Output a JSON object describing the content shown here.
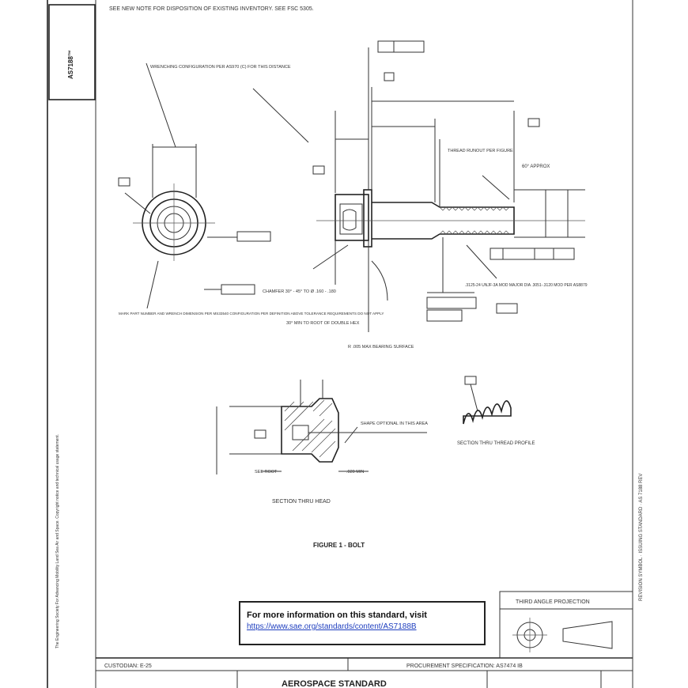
{
  "document": {
    "doc_number": "AS7188™",
    "top_note": "SEE NEW NOTE FOR DISPOSITION OF EXISTING INVENTORY. SEE FSC 5305.",
    "figure_caption": "FIGURE 1 - BOLT",
    "section_head_label": "SECTION THRU HEAD",
    "section_thread_label": "SECTION THRU THREAD PROFILE",
    "third_angle_label": "THIRD ANGLE PROJECTION",
    "custodian": "CUSTODIAN: E-25",
    "procurement_spec": "PROCUREMENT SPECIFICATION: AS7474 IB",
    "bottom_title": "AEROSPACE STANDARD",
    "side_note_left": "The Engineering Society For Advancing Mobility Land Sea Air and Space. Copyright notice and technical usage statement.",
    "side_note_right": "REVISION SYMBOL · ISSUING STANDARD · AS 7188 REV",
    "notes": {
      "n1": "WRENCHING CONFIGURATION PER AS970 (C) FOR THIS DISTANCE",
      "n2": "THREAD RUNOUT PER FIGURE",
      "n3": "60° APPROX",
      "n4": ".3125-24 UNJF-3A MOD MAJOR DIA .3051-.3120 MOD PER AS8879",
      "n5": "MARK PART NUMBER AND WRENCH DIMENSION PER MS33540 CONFIGURATION PER DEFINITION ABOVE TOLERANCE REQUIREMENTS DO NOT APPLY",
      "n6": "CHAMFER 30° - 45° TO Ø .160 - .180",
      "n7": "30° MIN TO ROOT OF DOUBLE HEX",
      "n8": "R .005 MAX BEARING SURFACE",
      "n9": "SHAPE OPTIONAL IN THIS AREA",
      "dim1": "SEE ROOT",
      "dim2": ".020 MIN"
    }
  },
  "info_box": {
    "title": "For more information on this standard, visit",
    "link": "https://www.sae.org/standards/content/AS7188B"
  }
}
